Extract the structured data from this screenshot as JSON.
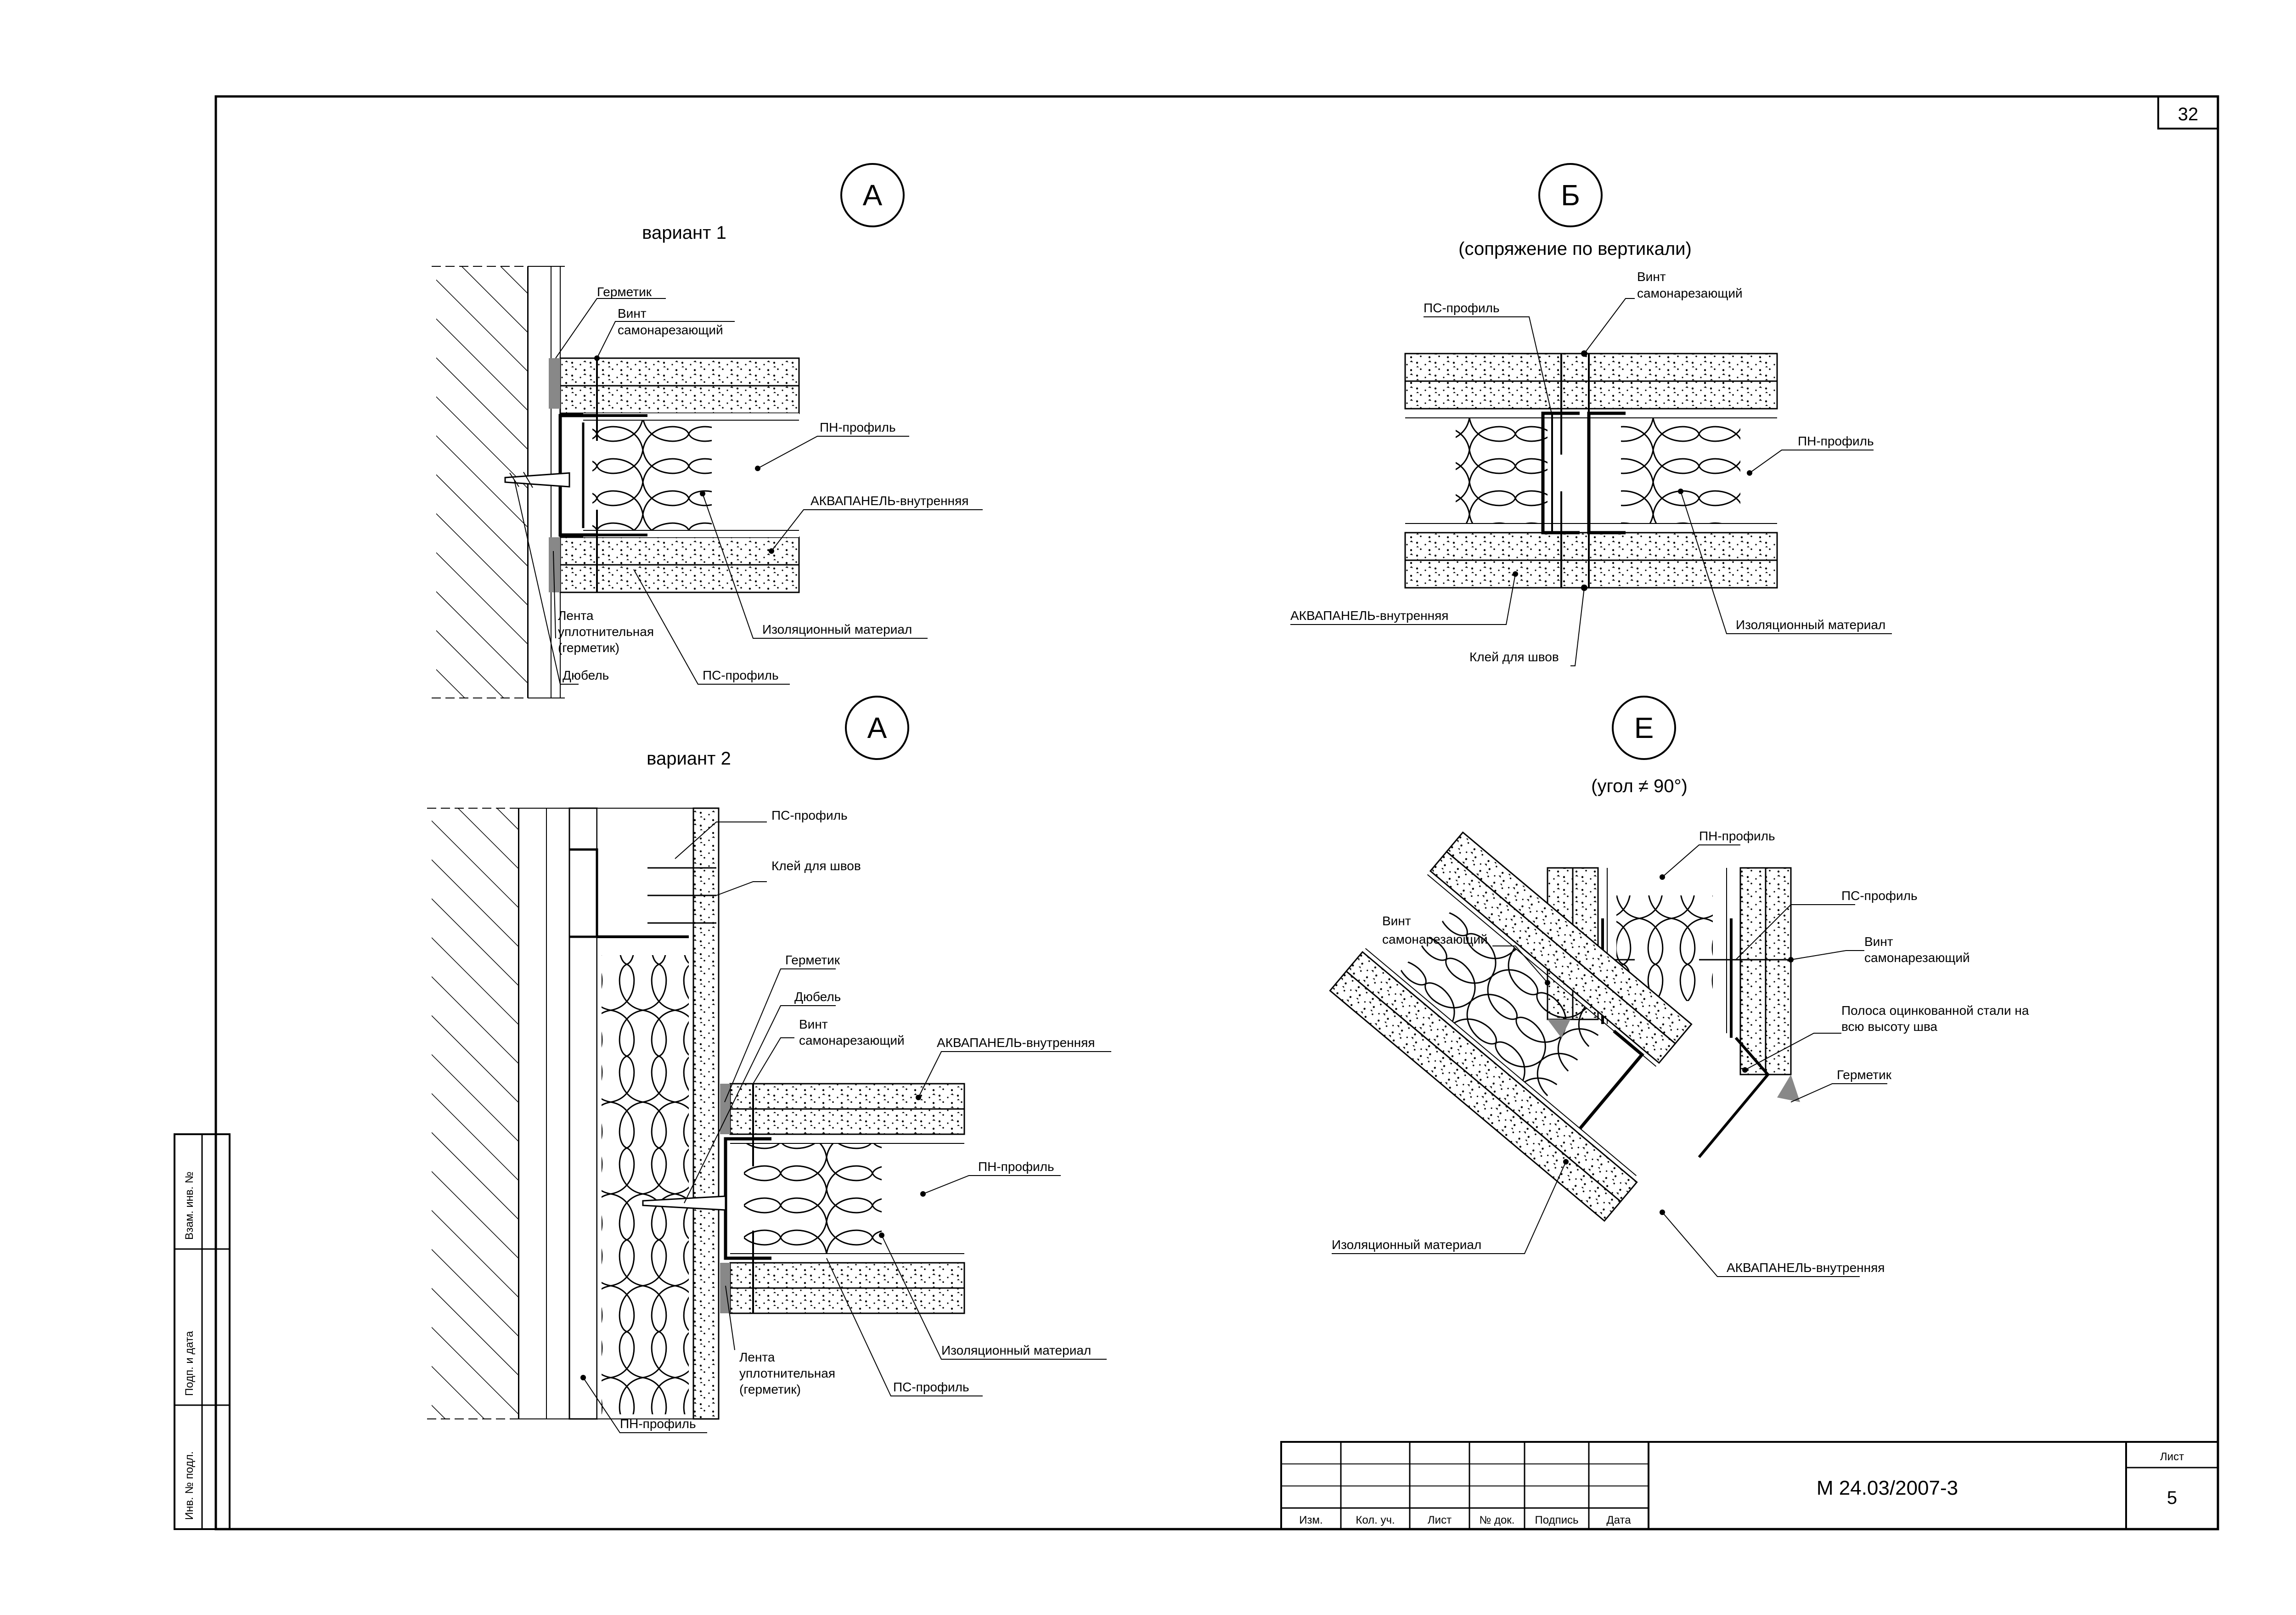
{
  "sheet": {
    "corner_number": "32",
    "document_code": "М 24.03/2007-3",
    "sheet_label": "Лист",
    "sheet_number": "5"
  },
  "stamp_columns": [
    "Изм.",
    "Кол. уч.",
    "Лист",
    "№ док.",
    "Подпись",
    "Дата"
  ],
  "side_fields": [
    "Взам. инв. №",
    "Подп. и дата",
    "Инв. № подл."
  ],
  "details": {
    "a1": {
      "mark": "А",
      "title": "вариант 1",
      "labels": {
        "hermetic": "Герметик",
        "screw_1": "Винт",
        "screw_2": "самонарезающий",
        "pn": "ПН-профиль",
        "aqua": "АКВАПАНЕЛЬ-внутренняя",
        "tape_1": "Лента",
        "tape_2": "уплотнительная",
        "tape_3": "(герметик)",
        "dowel": "Дюбель",
        "insulation": "Изоляционный материал",
        "ps": "ПС-профиль"
      }
    },
    "b": {
      "mark": "Б",
      "title": "(сопряжение по вертикали)",
      "labels": {
        "screw_1": "Винт",
        "screw_2": "самонарезающий",
        "ps": "ПС-профиль",
        "pn": "ПН-профиль",
        "aqua": "АКВАПАНЕЛЬ-внутренняя",
        "insulation": "Изоляционный материал",
        "glue": "Клей для швов"
      }
    },
    "a2": {
      "mark": "А",
      "title": "вариант 2",
      "labels": {
        "ps_top": "ПС-профиль",
        "glue": "Клей для швов",
        "hermetic": "Герметик",
        "dowel": "Дюбель",
        "screw_1": "Винт",
        "screw_2": "самонарезающий",
        "aqua": "АКВАПАНЕЛЬ-внутренняя",
        "pn": "ПН-профиль",
        "tape_1": "Лента",
        "tape_2": "уплотнительная",
        "tape_3": "(герметик)",
        "insulation": "Изоляционный материал",
        "ps_bottom": "ПС-профиль",
        "pn_bottom": "ПН-профиль"
      }
    },
    "e": {
      "mark": "Е",
      "title": "(угол ≠ 90°)",
      "labels": {
        "pn": "ПН-профиль",
        "ps": "ПС-профиль",
        "screw_l1": "Винт",
        "screw_l2": "самонарезающий",
        "screw_r1": "Винт",
        "screw_r2": "самонарезающий",
        "strip_1": "Полоса оцинкованной стали на",
        "strip_2": "всю высоту шва",
        "hermetic": "Герметик",
        "insulation": "Изоляционный материал",
        "aqua": "АКВАПАНЕЛЬ-внутренняя"
      }
    }
  }
}
